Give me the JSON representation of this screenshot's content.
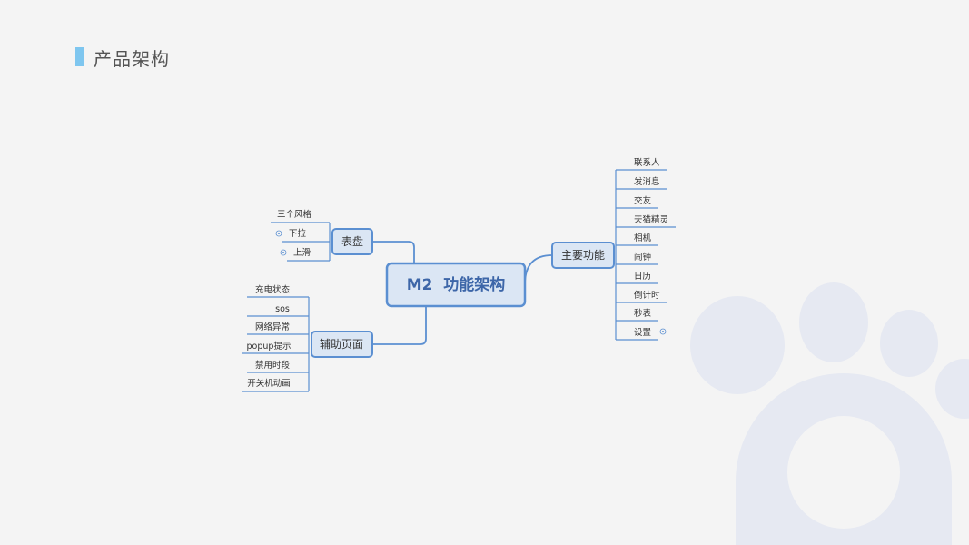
{
  "page": {
    "title": "产品架构"
  },
  "center": {
    "label": "M2  功能架构"
  },
  "branches": {
    "dial": {
      "label": "表盘",
      "items": [
        "三个风格",
        "下拉",
        "上滑"
      ]
    },
    "aux": {
      "label": "辅助页面",
      "items": [
        "充电状态",
        "sos",
        "网络异常",
        "popup提示",
        "禁用时段",
        "开关机动画"
      ]
    },
    "main": {
      "label": "主要功能",
      "items": [
        "联系人",
        "发消息",
        "交友",
        "天猫精灵",
        "相机",
        "闹钟",
        "日历",
        "倒计时",
        "秒表",
        "设置"
      ]
    }
  },
  "colors": {
    "accent": "#7ec6ef",
    "line": "#5b8fd1",
    "node_fill": "#dbe6f4",
    "decor": "#e6e9f2"
  }
}
